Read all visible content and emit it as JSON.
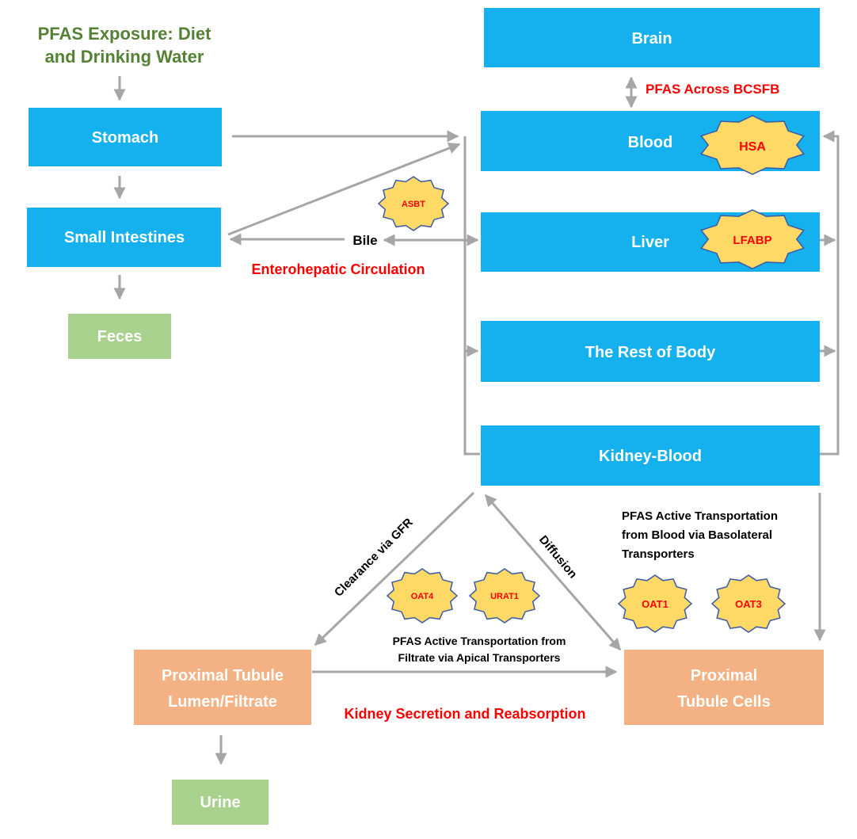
{
  "colors": {
    "box_blue": "#15b1ee",
    "box_orange": "#f4b183",
    "box_green": "#a9d18e",
    "star_fill": "#ffd966",
    "star_stroke": "#3b5aa6",
    "arrow": "#a6a6a6",
    "title_green": "#548235",
    "label_red": "#ff0000",
    "label_black": "#000000",
    "box_text": "#ffffff"
  },
  "title": {
    "line1": "PFAS Exposure: Diet",
    "line2": "and Drinking Water"
  },
  "boxes": {
    "stomach": "Stomach",
    "small_intestines": "Small Intestines",
    "feces": "Feces",
    "brain": "Brain",
    "blood": "Blood",
    "liver": "Liver",
    "rest_of_body": "The Rest of  Body",
    "kidney_blood": "Kidney-Blood",
    "proximal_lumen": {
      "line1": "Proximal Tubule",
      "line2": "Lumen/Filtrate"
    },
    "proximal_cells": {
      "line1": "Proximal",
      "line2": "Tubule  Cells"
    },
    "urine": "Urine"
  },
  "transporters": {
    "hsa": "HSA",
    "lfabp": "LFABP",
    "asbt": "ASBT",
    "oat4": "OAT4",
    "urat1": "URAT1",
    "oat1": "OAT1",
    "oat3": "OAT3"
  },
  "labels": {
    "bcsfb": "PFAS Across BCSFB",
    "bile": "Bile",
    "enterohepatic": "Enterohepatic Circulation",
    "clearance_gfr": "Clearance via GFR",
    "diffusion": "Diffusion",
    "basolateral": {
      "line1": "PFAS Active Transportation",
      "line2": "from Blood via Basolateral",
      "line3": "Transporters"
    },
    "apical": {
      "line1": "PFAS Active Transportation from",
      "line2": "Filtrate via Apical Transporters"
    },
    "kidney_secretion": "Kidney Secretion and Reabsorption"
  }
}
